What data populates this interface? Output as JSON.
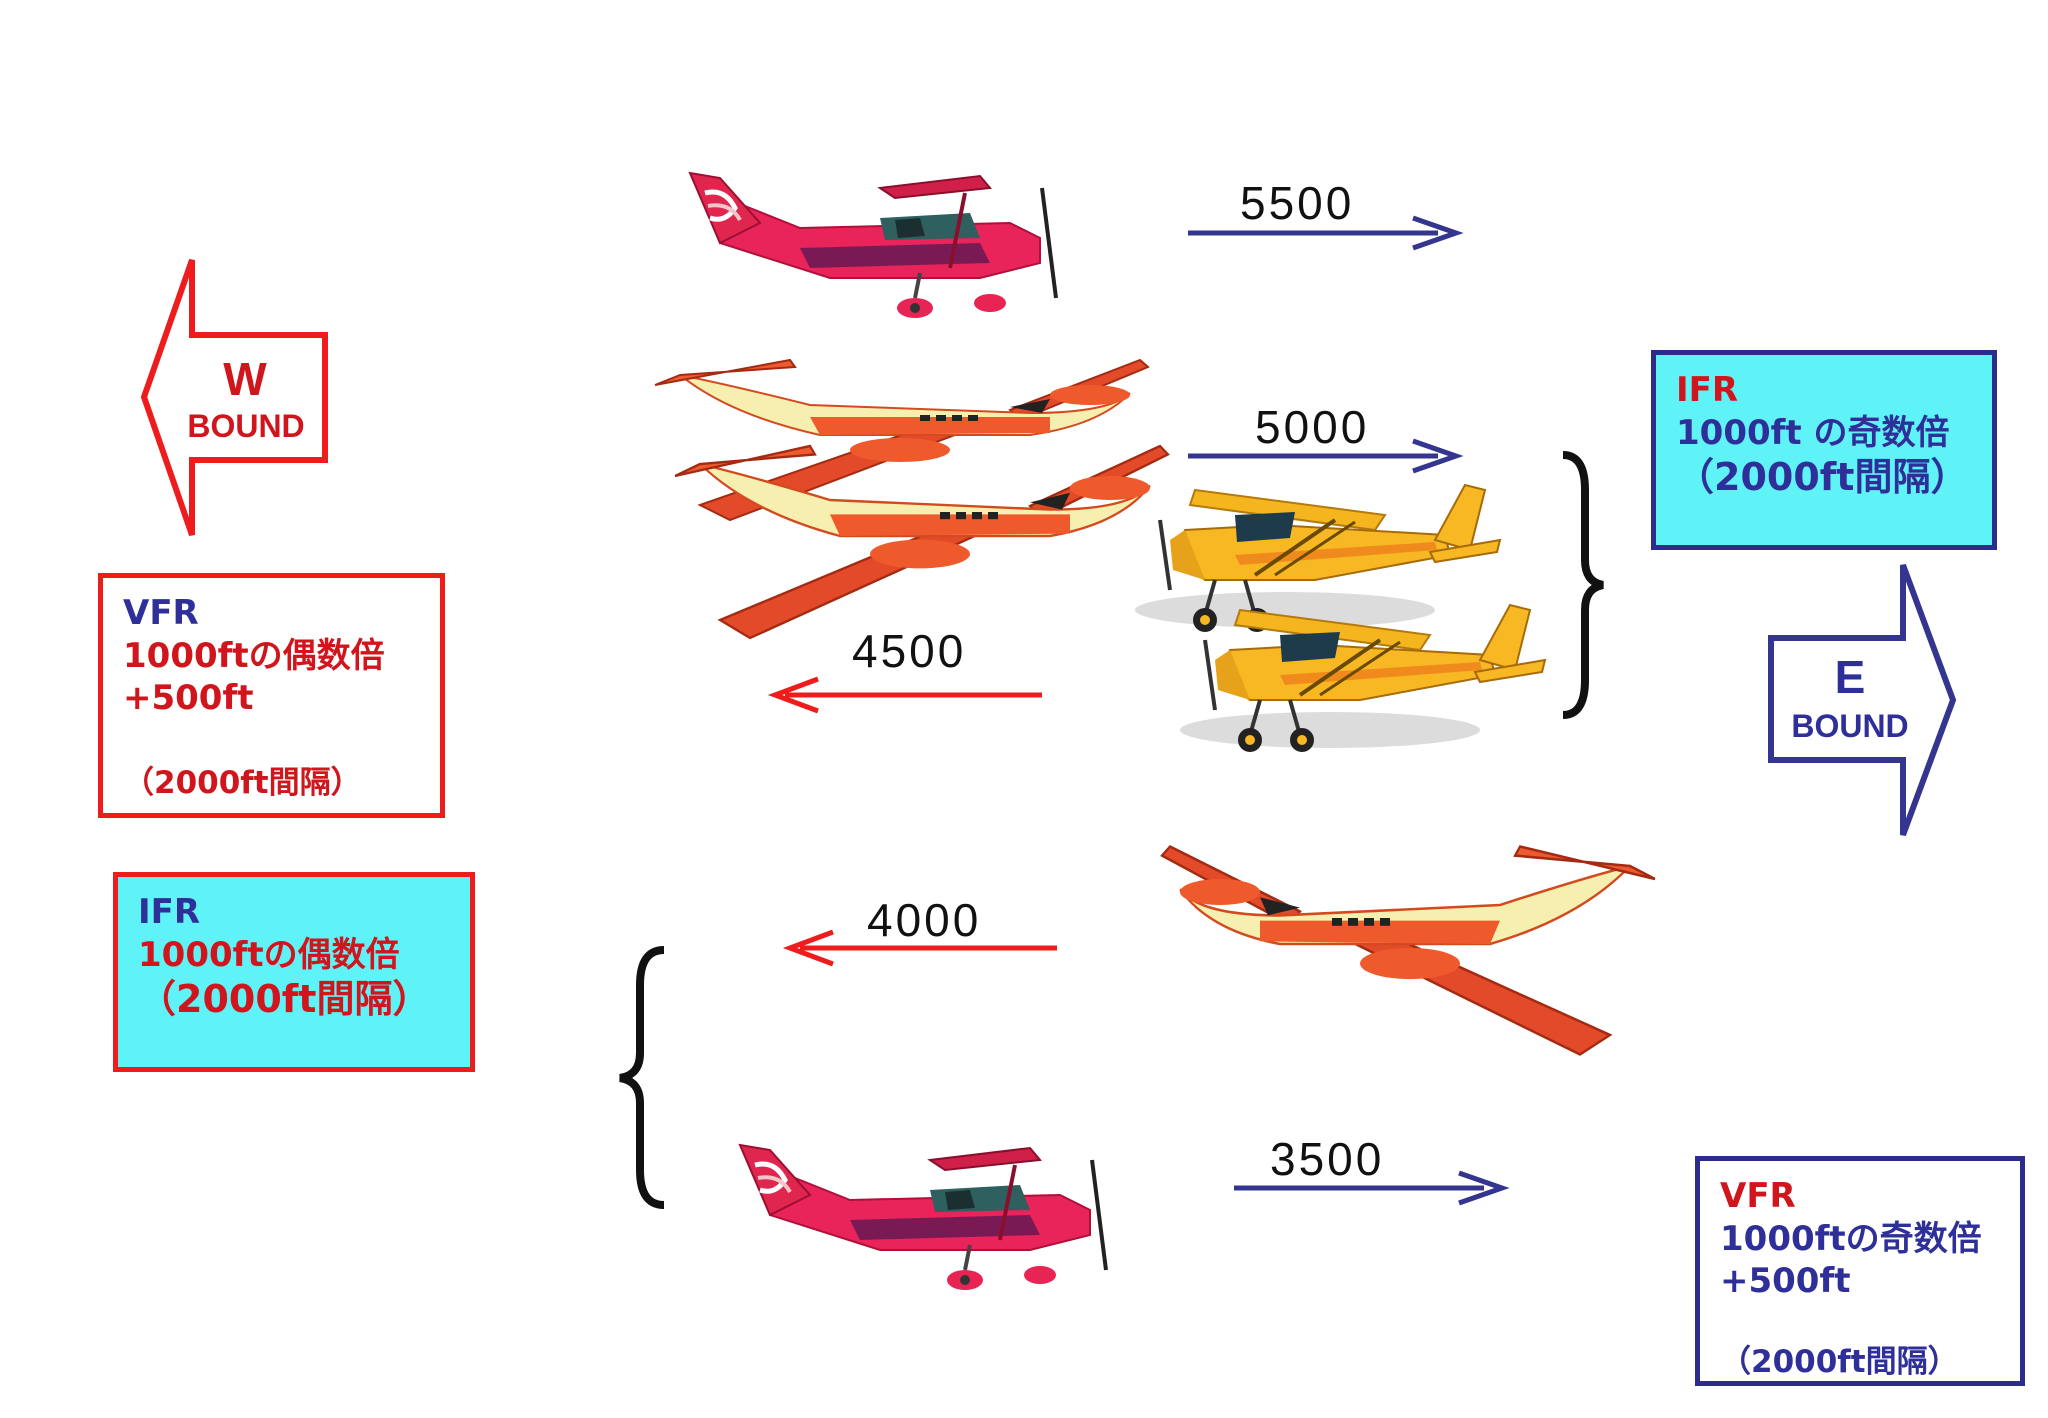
{
  "altitudes": {
    "a5500": "5500",
    "a5000": "5000",
    "a4500": "4500",
    "a4000": "4000",
    "a3500": "3500"
  },
  "west": {
    "letter": "W",
    "word": "BOUND"
  },
  "east": {
    "letter": "E",
    "word": "BOUND"
  },
  "vfr_west": {
    "title": "VFR",
    "line1": "1000ftの偶数倍",
    "line2": "+500ft",
    "line3": "（2000ft間隔）"
  },
  "ifr_west": {
    "title": "IFR",
    "line1": "1000ftの偶数倍",
    "line2": "（2000ft間隔）"
  },
  "ifr_east": {
    "title": "IFR",
    "line1": "1000ft の奇数倍",
    "line2": "（2000ft間隔）"
  },
  "vfr_east": {
    "title": "VFR",
    "line1": "1000ftの奇数倍",
    "line2": "+500ft",
    "line3": "（2000ft間隔）"
  },
  "colors": {
    "red": "#ee1c1c",
    "blue": "#2b2c8c",
    "cyan": "#5ff3f8",
    "navy_arrow": "#34358f"
  }
}
